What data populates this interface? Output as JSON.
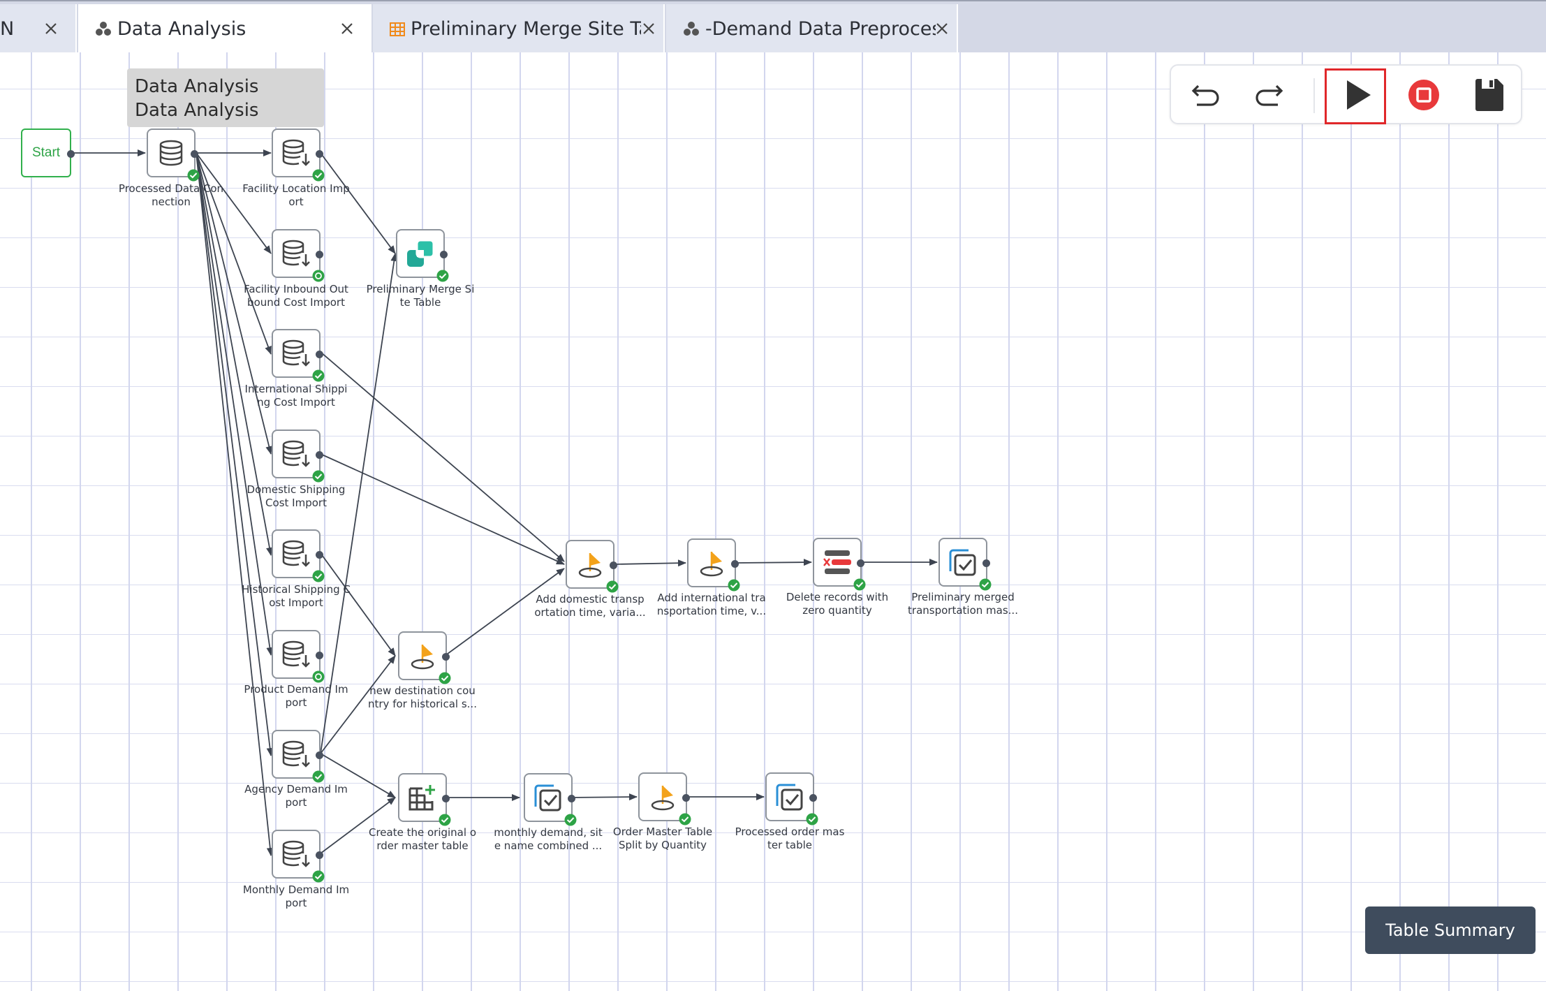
{
  "tabs": [
    {
      "label": "N"
    },
    {
      "label": "Data Analysis"
    },
    {
      "label": "Preliminary Merge Site Ta..."
    },
    {
      "label": "-Demand Data Preproces..."
    }
  ],
  "tooltip": {
    "line1": "Data Analysis",
    "line2": "Data Analysis"
  },
  "start_label": "Start",
  "nodes": {
    "processed_data_connection": "Processed Data Con\nnection",
    "facility_location_import": "Facility Location Imp\nort",
    "facility_inbound_outbound": "Facility Inbound Out\nbound Cost Import",
    "international_shipping": "International Shippi\nng Cost Import",
    "domestic_shipping": "Domestic Shipping\nCost Import",
    "historical_shipping": "Historical Shipping C\nost Import",
    "product_demand": "Product Demand Im\nport",
    "agency_demand": "Agency Demand Im\nport",
    "monthly_demand": "Monthly Demand Im\nport",
    "preliminary_merge": "Preliminary Merge Si\nte Table",
    "add_domestic": "Add domestic transp\nortation time, varia...",
    "add_international": "Add international tra\nnsportation time, v...",
    "delete_zero": "Delete records with\nzero quantity",
    "preliminary_merged_transport": "Preliminary merged\ntransportation mas...",
    "new_destination": "new destination cou\nntry for historical s...",
    "create_order_master": "Create the original o\nrder master table",
    "monthly_demand_site": "monthly demand, sit\ne name combined ...",
    "order_master_split": "Order Master Table\nSplit by Quantity",
    "processed_order_master": "Processed order mas\nter table"
  },
  "toolbar": {
    "icons": [
      "undo-icon",
      "redo-icon",
      "run-icon",
      "stop-icon",
      "save-icon"
    ]
  },
  "table_summary": "Table Summary",
  "colors": {
    "accent_run_highlight": "#e0272a",
    "stop_red": "#e8393b",
    "success_green": "#2ea346",
    "flag_orange": "#f3a21a",
    "merge_teal": "#23a897",
    "button_dark": "#3f4c5d"
  }
}
